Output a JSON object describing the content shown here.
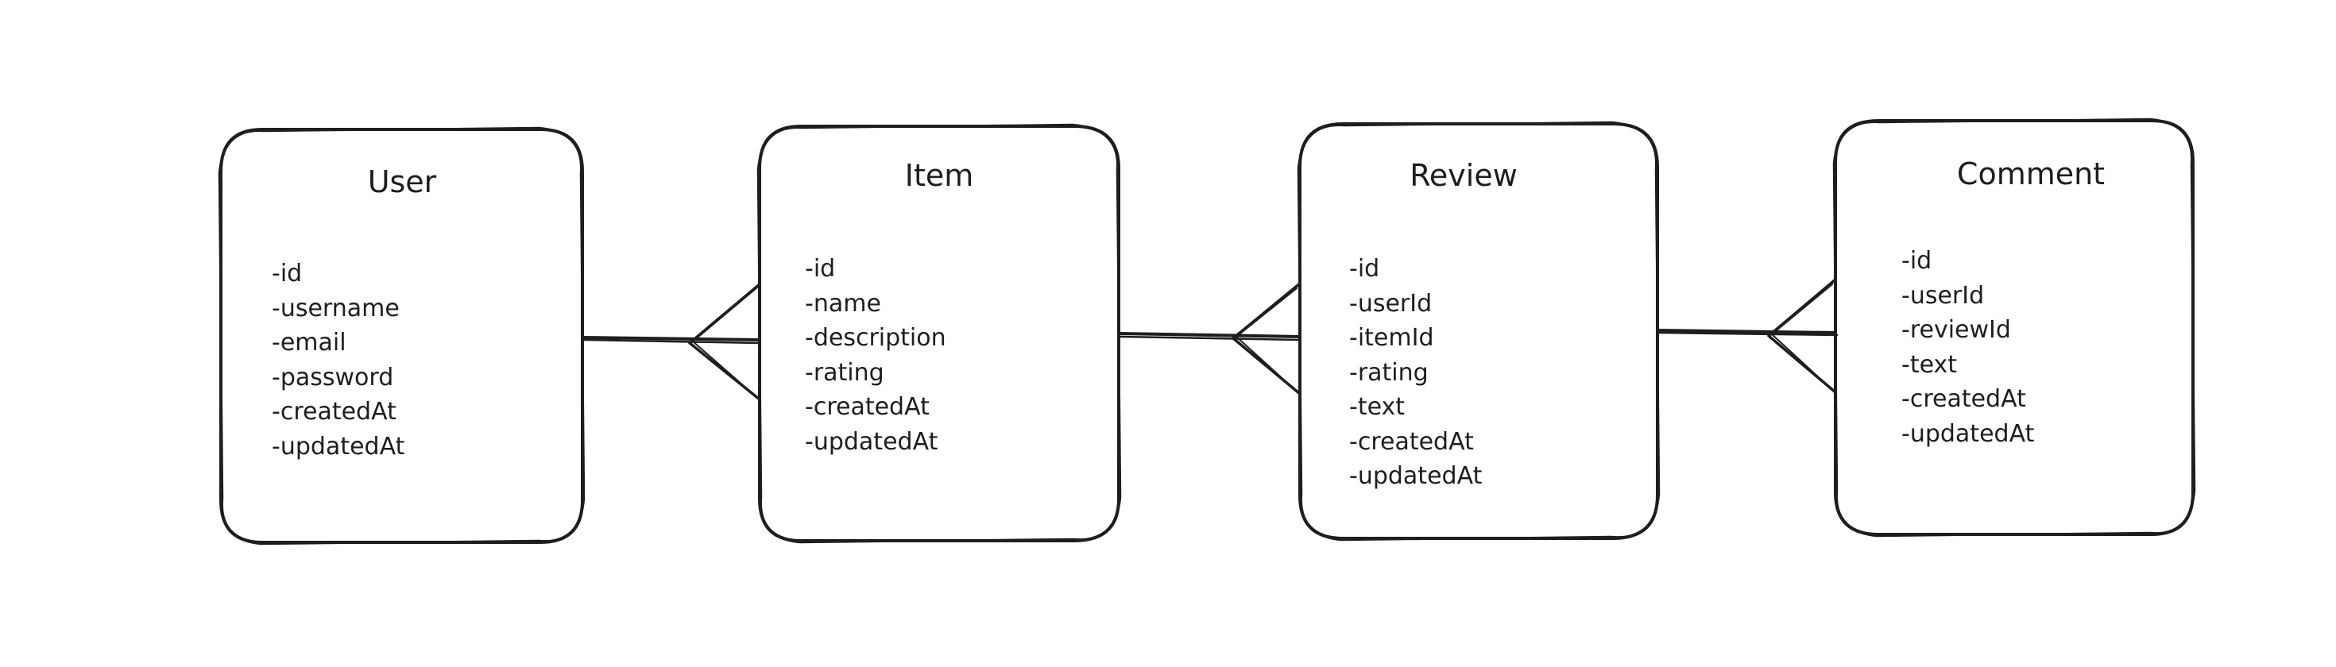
{
  "entities": {
    "user": {
      "title": "User",
      "fields": [
        "-id",
        "-username",
        "-email",
        "-password",
        "-createdAt",
        "-updatedAt"
      ]
    },
    "item": {
      "title": "Item",
      "fields": [
        "-id",
        "-name",
        "-description",
        "-rating",
        "-createdAt",
        "-updatedAt"
      ]
    },
    "review": {
      "title": "Review",
      "fields": [
        "-id",
        "-userId",
        "-itemId",
        "-rating",
        "-text",
        "-createdAt",
        "-updatedAt"
      ]
    },
    "comment": {
      "title": "Comment",
      "fields": [
        "-id",
        "-userId",
        "-reviewId",
        "-text",
        "-createdAt",
        "-updatedAt"
      ]
    }
  },
  "relationships": [
    {
      "from": "User",
      "to": "Item",
      "from_end": "one",
      "to_end": "many"
    },
    {
      "from": "Item",
      "to": "Review",
      "from_end": "one",
      "to_end": "many"
    },
    {
      "from": "Review",
      "to": "Comment",
      "from_end": "one",
      "to_end": "many"
    }
  ],
  "colors": {
    "stroke": "#1e1e1e",
    "background": "#ffffff",
    "text": "#1e1e1e"
  }
}
